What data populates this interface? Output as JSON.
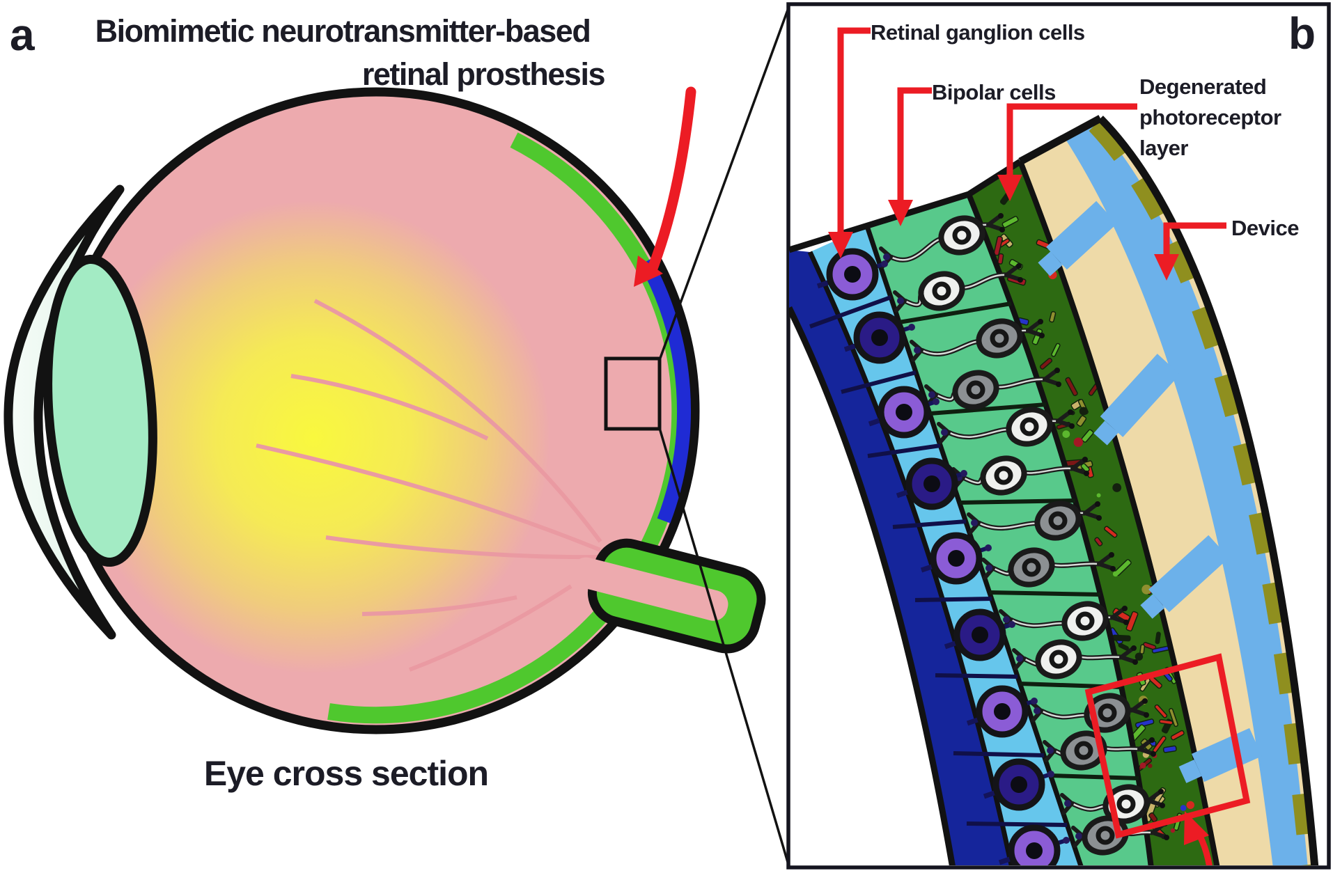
{
  "figure": {
    "panel_a": {
      "label": "a",
      "title_line1": "Biomimetic neurotransmitter-based",
      "title_line2": "retinal prosthesis",
      "caption": "Eye cross section"
    },
    "panel_b": {
      "label": "b",
      "labels": {
        "retinal_ganglion_cells": "Retinal ganglion cells",
        "bipolar_cells": "Bipolar cells",
        "degenerated_1": "Degenerated",
        "degenerated_2": "photoreceptor",
        "degenerated_3": "layer",
        "device": "Device"
      }
    }
  },
  "colors": {
    "text": "#1c1c26",
    "outline": "#121212",
    "annotation_red": "#ec1c24",
    "eye_pink": "#edaaae",
    "eye_glow_yellow": "#f9f83e",
    "cornea_pale": "#e9f7ef",
    "lens_mint": "#a3ebc4",
    "retina_green": "#4fc82e",
    "device_blue_arc": "#1f2bd4",
    "nerve_fiber_navy": "#15259b",
    "ganglion_layer_blue": "#66c6ec",
    "ganglion_cell_purple": "#8b5cd6",
    "ganglion_cell_indigo": "#2a1b86",
    "bipolar_layer_green": "#58c98b",
    "bipolar_cell_white": "#eff0ee",
    "bipolar_cell_gray": "#8c9093",
    "photoreceptor_dark_green": "#2d6a12",
    "device_tan": "#eedaa8",
    "device_stripe_blue": "#6cb1ea",
    "device_pad_olive": "#8f8f1f",
    "vessel_pink": "#ea9aa2",
    "process_dark": "#1b1b1b",
    "debris_palette": [
      "#d42a20",
      "#2633c8",
      "#7c1616",
      "#8f8f2f",
      "#c9b26a",
      "#5cb82e",
      "#14200f",
      "#a31825"
    ]
  }
}
